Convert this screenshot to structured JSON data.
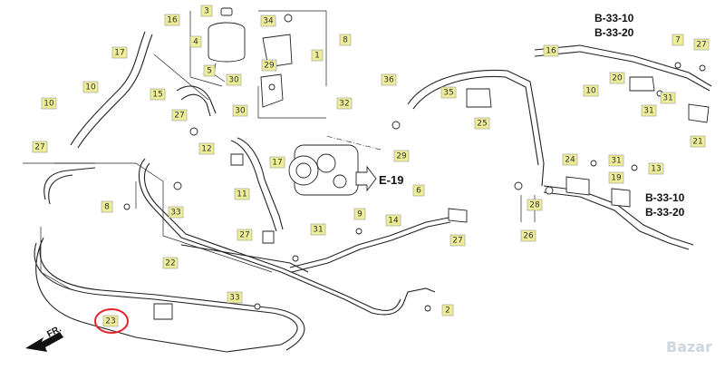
{
  "references": {
    "b33_top_a": "B-33-10",
    "b33_top_b": "B-33-20",
    "b33_mid_a": "B-33-10",
    "b33_mid_b": "B-33-20",
    "e19": "E-19"
  },
  "front_marker": "FR.",
  "watermark": "Bazar",
  "highlight_color": "#e8212b",
  "callout_color": "#eeee99",
  "callouts": [
    {
      "id": "c3",
      "label": "3"
    },
    {
      "id": "c34",
      "label": "34"
    },
    {
      "id": "c8a",
      "label": "8"
    },
    {
      "id": "c16",
      "label": "16"
    },
    {
      "id": "c4",
      "label": "4"
    },
    {
      "id": "c1",
      "label": "1"
    },
    {
      "id": "c17",
      "label": "17"
    },
    {
      "id": "c29a",
      "label": "29"
    },
    {
      "id": "c5",
      "label": "5"
    },
    {
      "id": "c30a",
      "label": "30"
    },
    {
      "id": "c10a",
      "label": "10"
    },
    {
      "id": "c10b",
      "label": "10"
    },
    {
      "id": "c15",
      "label": "15"
    },
    {
      "id": "c30b",
      "label": "30"
    },
    {
      "id": "c32",
      "label": "32"
    },
    {
      "id": "c36",
      "label": "36"
    },
    {
      "id": "c35",
      "label": "35"
    },
    {
      "id": "c7",
      "label": "7"
    },
    {
      "id": "c27a",
      "label": "27"
    },
    {
      "id": "c16b",
      "label": "16"
    },
    {
      "id": "c20",
      "label": "20"
    },
    {
      "id": "c10c",
      "label": "10"
    },
    {
      "id": "c31a",
      "label": "31"
    },
    {
      "id": "c31b",
      "label": "31"
    },
    {
      "id": "c25",
      "label": "25"
    },
    {
      "id": "c21",
      "label": "21"
    },
    {
      "id": "c27b",
      "label": "27"
    },
    {
      "id": "c27c",
      "label": "27"
    },
    {
      "id": "c12",
      "label": "12"
    },
    {
      "id": "c17b",
      "label": "17"
    },
    {
      "id": "c11",
      "label": "11"
    },
    {
      "id": "c29b",
      "label": "29"
    },
    {
      "id": "c6",
      "label": "6"
    },
    {
      "id": "c24",
      "label": "24"
    },
    {
      "id": "c31c",
      "label": "31"
    },
    {
      "id": "c13",
      "label": "13"
    },
    {
      "id": "c8b",
      "label": "8"
    },
    {
      "id": "c33a",
      "label": "33"
    },
    {
      "id": "c9",
      "label": "9"
    },
    {
      "id": "c14",
      "label": "14"
    },
    {
      "id": "c19",
      "label": "19"
    },
    {
      "id": "c28",
      "label": "28"
    },
    {
      "id": "c27d",
      "label": "27"
    },
    {
      "id": "c31d",
      "label": "31"
    },
    {
      "id": "c27e",
      "label": "27"
    },
    {
      "id": "c26",
      "label": "26"
    },
    {
      "id": "c22",
      "label": "22"
    },
    {
      "id": "c33b",
      "label": "33"
    },
    {
      "id": "c2",
      "label": "2"
    },
    {
      "id": "c23",
      "label": "23"
    }
  ]
}
